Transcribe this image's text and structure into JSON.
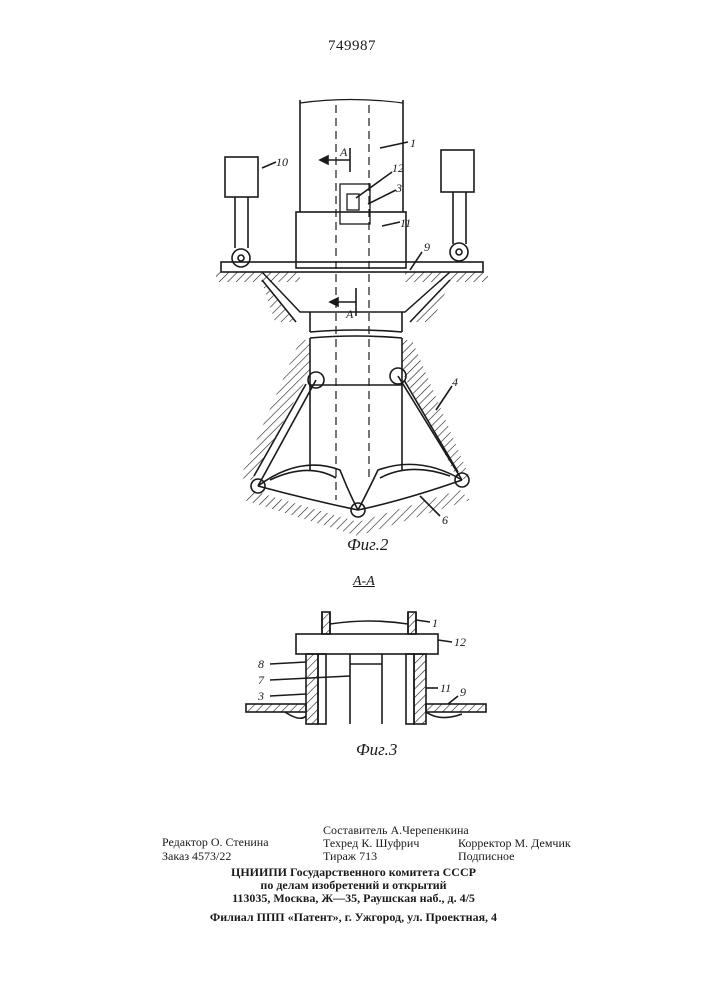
{
  "patent_number": "749987",
  "figures": {
    "fig2": {
      "caption": "Фиг.2",
      "section_marks": [
        "A",
        "A"
      ],
      "callouts": [
        "1",
        "10",
        "12",
        "3",
        "11",
        "9",
        "4",
        "6"
      ]
    },
    "fig3": {
      "section_title": "А-А",
      "caption": "Фиг.3",
      "callouts": [
        "1",
        "12",
        "8",
        "7",
        "3",
        "11",
        "9"
      ]
    }
  },
  "credits": {
    "editor": "Редактор О. Стенина",
    "order": "Заказ 4573/22",
    "compiler": "Составитель  А.Черепенкина",
    "techred": "Техред К. Шуфрич",
    "circulation": "Тираж 713",
    "corrector": "Корректор М. Демчик",
    "subscription": "Подписное"
  },
  "footer": {
    "line1": "ЦНИИПИ  Государственного  комитета  СССР",
    "line2": "по  делам  изобретений  и  открытий",
    "line3": "113035,  Москва,  Ж—35,  Раушская  наб.,  д.  4/5",
    "line4": "Филиал  ППП  «Патент»,  г.  Ужгород,  ул.  Проектная,  4"
  }
}
